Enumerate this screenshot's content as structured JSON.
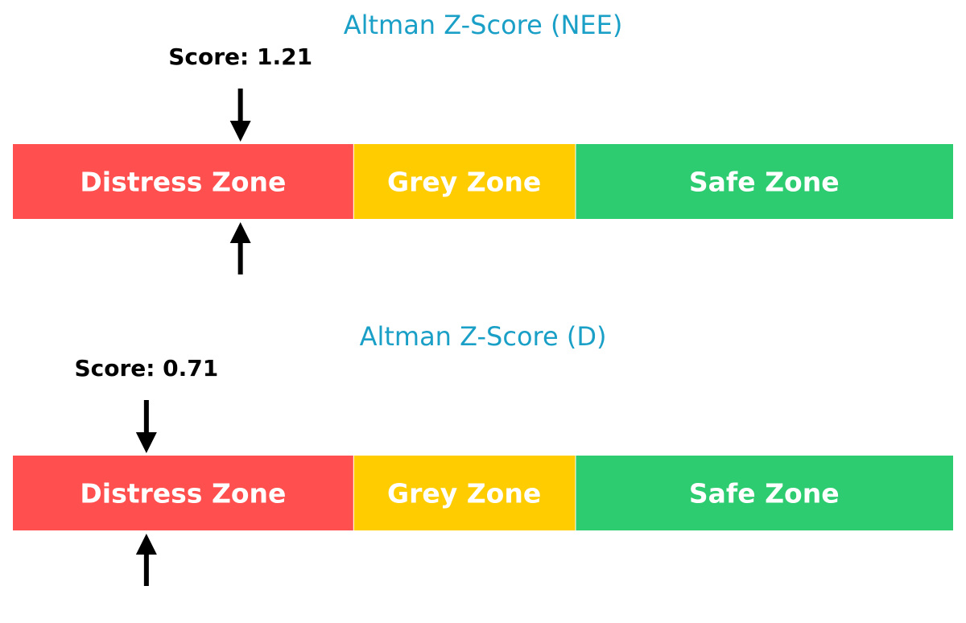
{
  "chart_data": [
    {
      "type": "zone_gauge",
      "title": "Altman Z-Score (NEE)",
      "score": 1.21,
      "score_label": "Score: 1.21",
      "xlim": [
        0,
        5
      ],
      "zones": [
        {
          "label": "Distress Zone",
          "start": 0,
          "end": 1.81,
          "color": "#ff4f4f"
        },
        {
          "label": "Grey Zone",
          "start": 1.81,
          "end": 2.99,
          "color": "#ffcc00"
        },
        {
          "label": "Safe Zone",
          "start": 2.99,
          "end": 5,
          "color": "#2ecc71"
        }
      ]
    },
    {
      "type": "zone_gauge",
      "title": "Altman Z-Score (D)",
      "score": 0.71,
      "score_label": "Score: 0.71",
      "xlim": [
        0,
        5
      ],
      "zones": [
        {
          "label": "Distress Zone",
          "start": 0,
          "end": 1.81,
          "color": "#ff4f4f"
        },
        {
          "label": "Grey Zone",
          "start": 1.81,
          "end": 2.99,
          "color": "#ffcc00"
        },
        {
          "label": "Safe Zone",
          "start": 2.99,
          "end": 5,
          "color": "#2ecc71"
        }
      ]
    }
  ],
  "colors": {
    "title": "#1a9fc7",
    "arrow": "#000000",
    "zone_text": "#ffffff",
    "score_text": "#000000"
  }
}
